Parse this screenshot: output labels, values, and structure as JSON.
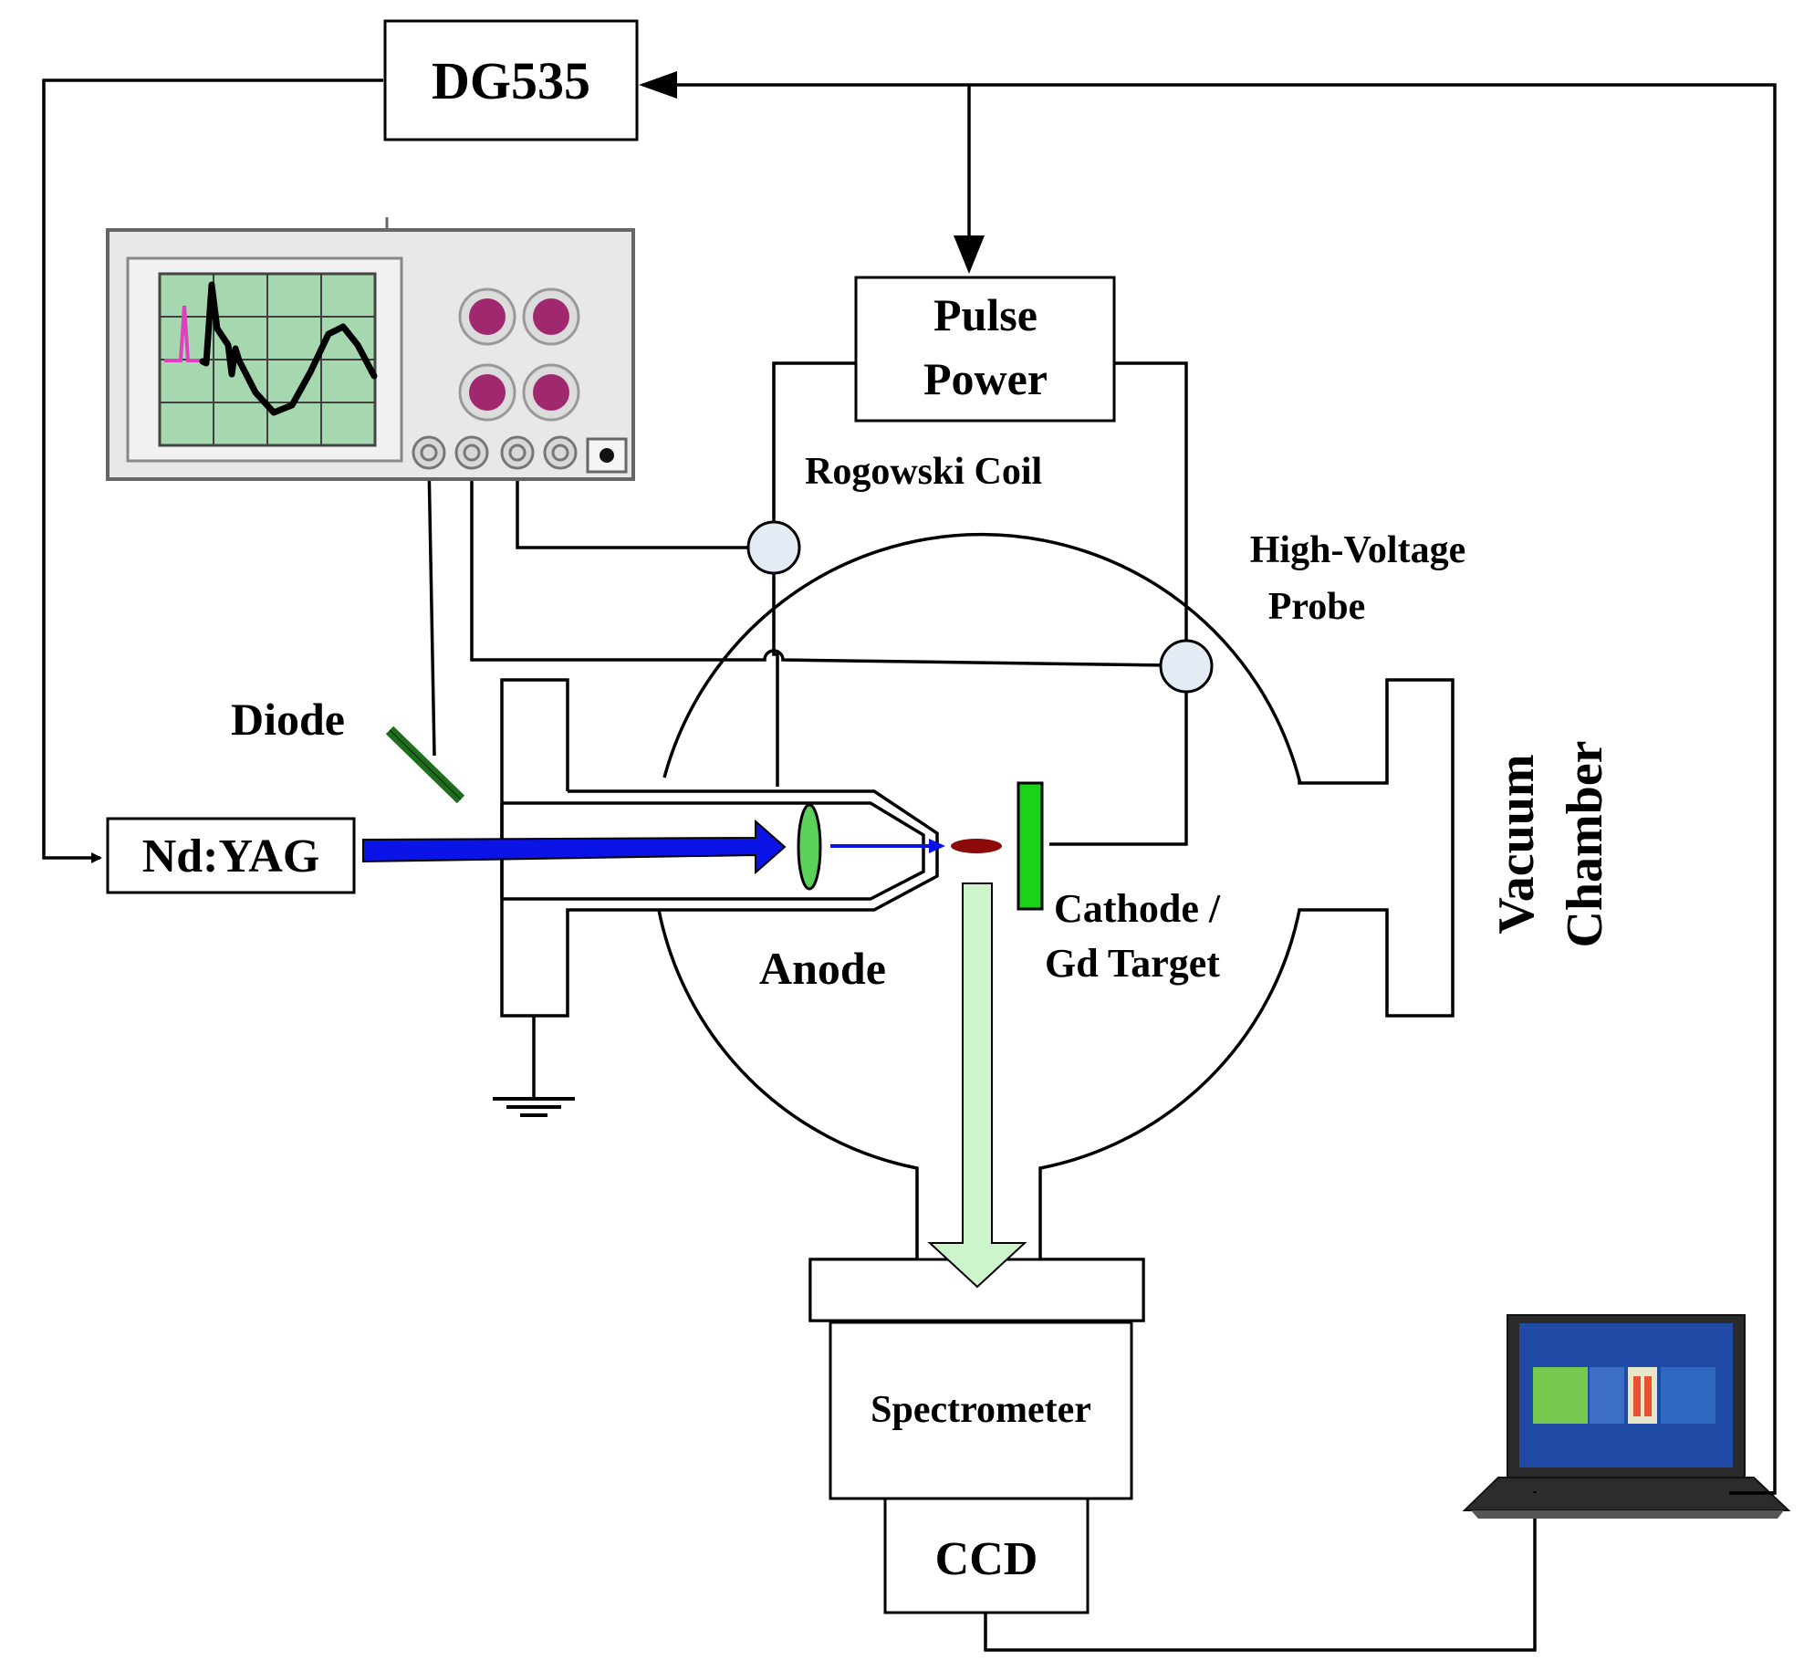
{
  "labels": {
    "dg535": "DG535",
    "pulse_power_line1": "Pulse",
    "pulse_power_line2": "Power",
    "rogowski_coil": "Rogowski Coil",
    "hv_probe_line1": "High-Voltage",
    "hv_probe_line2": "Probe",
    "diode": "Diode",
    "nd_yag": "Nd:YAG",
    "anode": "Anode",
    "cathode_line1": "Cathode /",
    "cathode_line2": "Gd Target",
    "vacuum_line1": "Vacuum",
    "vacuum_line2": "Chamber",
    "spectrometer": "Spectrometer",
    "ccd": "CCD"
  },
  "colors": {
    "laser_beam": "#0a14e6",
    "lens": "#5ad25a",
    "cathode_target": "#19d219",
    "plasma": "#8c0a0a",
    "emission_arrow": "#ccf5cc",
    "scope_screen": "#a6d8b0",
    "scope_trace": "#000000",
    "scope_pulse": "#e040c0",
    "knob": "#a0286e",
    "probe_fill": "#e4ebf5",
    "diode": "#1e6e1e"
  },
  "icons": {
    "oscilloscope": "oscilloscope-icon",
    "laptop": "laptop-icon",
    "ground": "ground-symbol-icon"
  }
}
